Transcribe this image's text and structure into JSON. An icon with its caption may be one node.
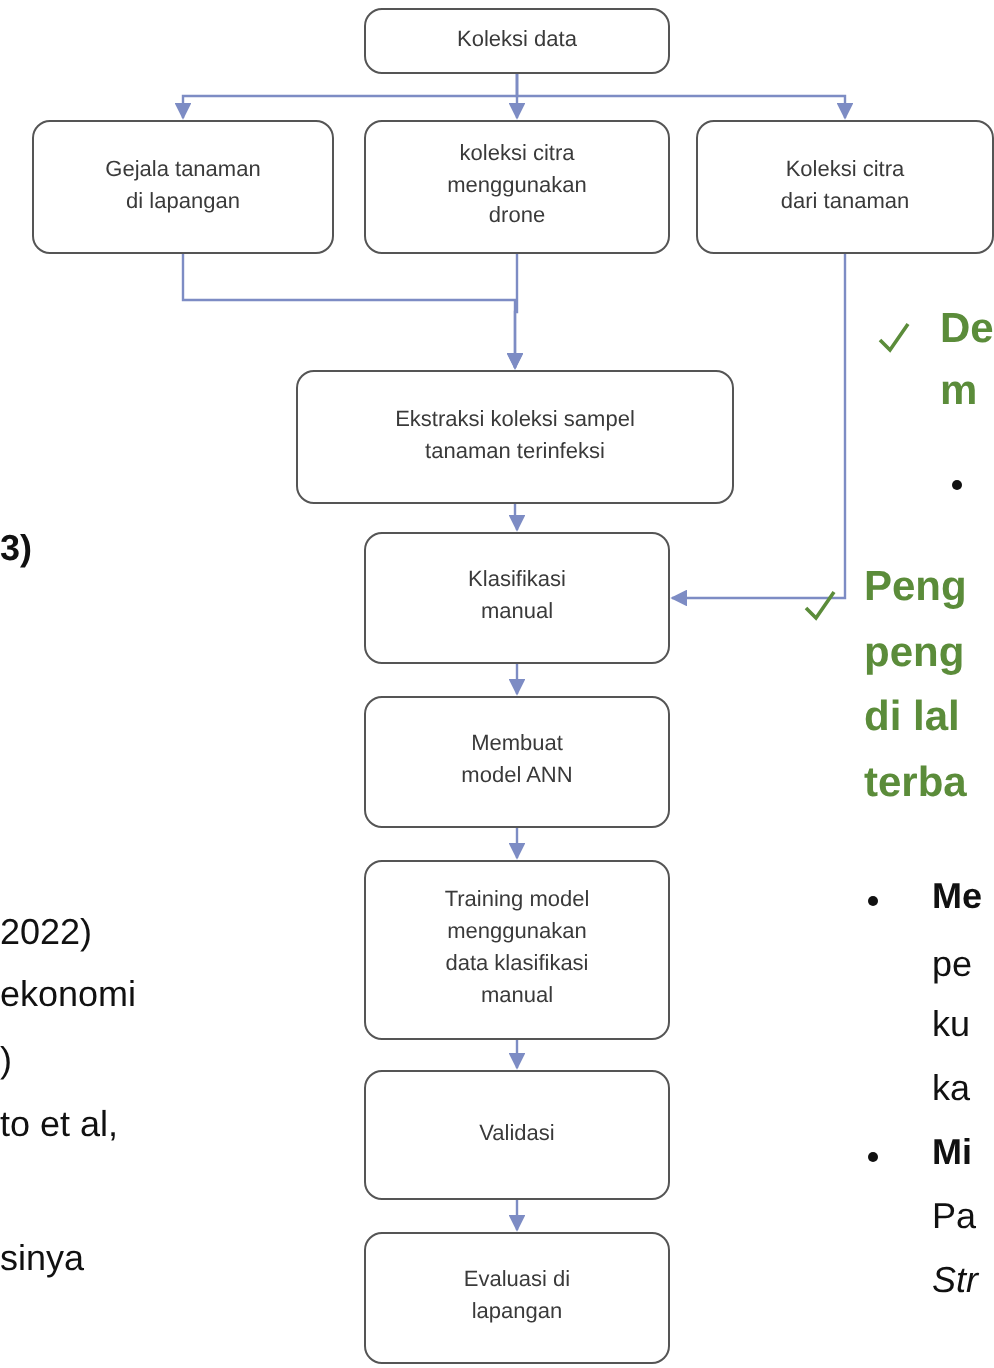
{
  "diagram": {
    "nodes": [
      {
        "text": [
          "Koleksi data"
        ]
      },
      {
        "text": [
          "Gejala tanaman di lapangan"
        ]
      },
      {
        "text": [
          "koleksi citra menggunakan drone"
        ]
      },
      {
        "text": [
          "Koleksi citra dari tanaman"
        ]
      },
      {
        "text": [
          "Ekstraksi koleksi sampel tanaman terinfeksi"
        ]
      },
      {
        "text": [
          "Klasifikasi manual"
        ]
      },
      {
        "text": [
          "Membuat model ANN"
        ]
      },
      {
        "text": [
          "Training model menggunakan data klasifikasi manual"
        ]
      },
      {
        "text": [
          "Validasi"
        ]
      },
      {
        "text": [
          "Evaluasi di lapangan"
        ]
      }
    ],
    "edges": [
      {
        "from": 0,
        "to": 1,
        "arrow": "to"
      },
      {
        "from": 0,
        "to": 2,
        "arrow": "to"
      },
      {
        "from": 0,
        "to": 3,
        "arrow": "to"
      },
      {
        "from": 1,
        "to": 4,
        "arrow": "to"
      },
      {
        "from": 2,
        "to": 4,
        "arrow": "to"
      },
      {
        "from": 3,
        "to": 5,
        "arrow": "to"
      },
      {
        "from": 4,
        "to": 5,
        "arrow": "to"
      },
      {
        "from": 5,
        "to": 6,
        "arrow": "to"
      },
      {
        "from": 6,
        "to": 7,
        "arrow": "to"
      },
      {
        "from": 7,
        "to": 8,
        "arrow": "to"
      },
      {
        "from": 8,
        "to": 9,
        "arrow": "to"
      }
    ],
    "labels": [
      "3)",
      "De",
      "m",
      "Peng",
      "peng",
      "di lal",
      "terba",
      "Me",
      "2022)",
      "pe",
      "ekonomi",
      "ku",
      ")",
      "ka",
      "to et al,",
      "Mi",
      "Pa",
      "sinya",
      "Str"
    ]
  }
}
